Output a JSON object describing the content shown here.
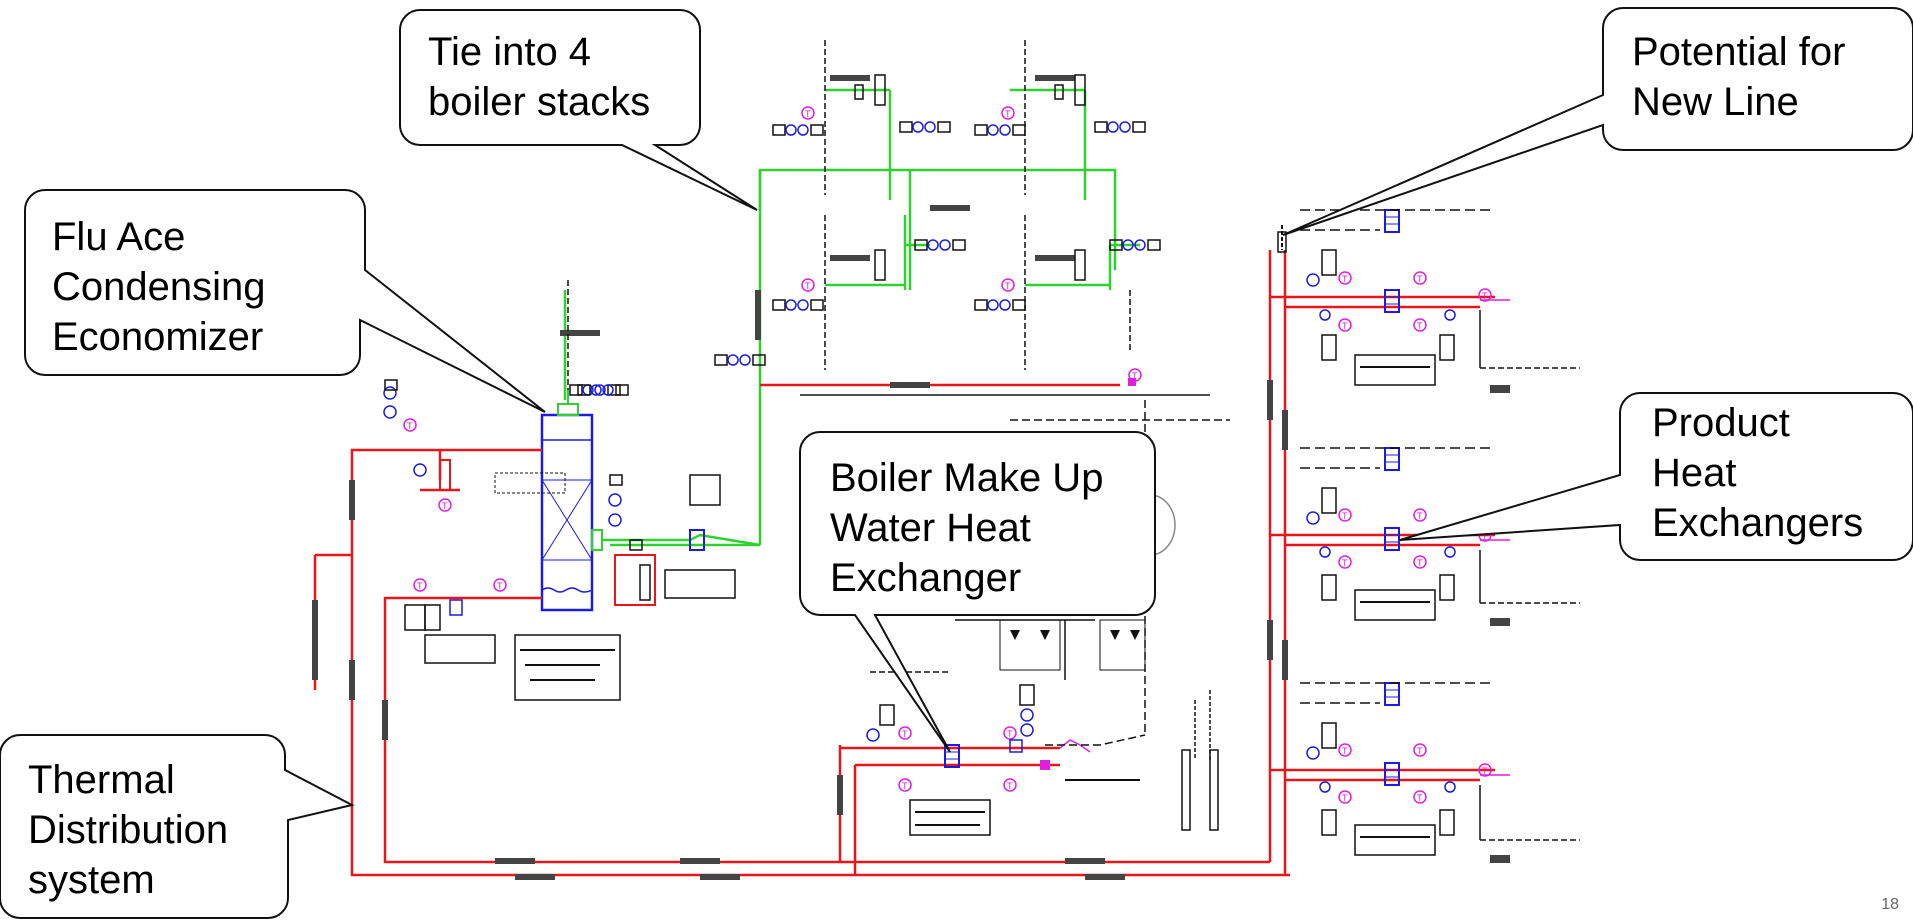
{
  "callouts": {
    "tie_boiler_stacks": "Tie into 4\nboiler stacks",
    "potential_new_line": "Potential for\nNew Line",
    "condensing_economizer": "Flu Ace\nCondensing\nEconomizer",
    "product_heat_exchangers": "Product\nHeat\nExchangers",
    "boiler_makeup_hx": "Boiler Make Up\nWater Heat\nExchanger",
    "thermal_distribution": "Thermal\nDistribution\nsystem"
  },
  "slide_number": "18",
  "colors": {
    "hot_water_line": "#e8161b",
    "flue_gas_line": "#2fd12f",
    "equipment_blue": "#1c1ce0",
    "instrument_magenta": "#e01ee0",
    "drawing_black": "#111111"
  }
}
